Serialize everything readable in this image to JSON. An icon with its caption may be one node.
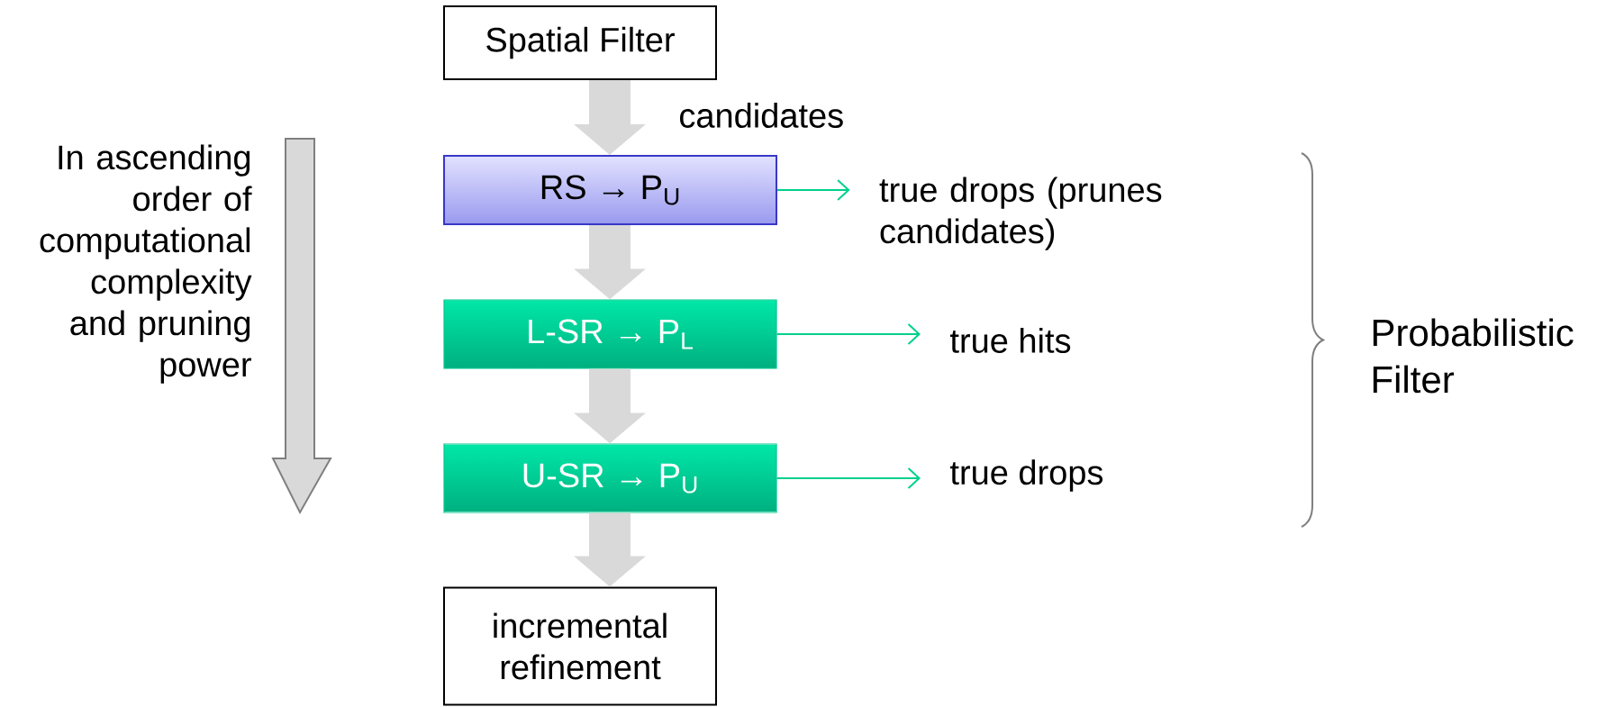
{
  "diagram": {
    "nodes": [
      {
        "text": [
          "Spatial Filter"
        ]
      },
      {
        "text": [
          "RS → P$_{U}$"
        ]
      },
      {
        "text": [
          "L-SR → P$_{L}$"
        ]
      },
      {
        "text": [
          "U-SR → P$_{U}$"
        ]
      },
      {
        "text": [
          "incremental refinement"
        ]
      },
      {
        "text": [
          "true drops (prunes candidates)"
        ]
      },
      {
        "text": [
          "true hits"
        ]
      },
      {
        "text": [
          "true drops"
        ]
      }
    ],
    "edges": [
      {
        "from": 0,
        "to": 1,
        "arrow": "to",
        "label": "candidates"
      },
      {
        "from": 1,
        "to": 2,
        "arrow": "to"
      },
      {
        "from": 2,
        "to": 3,
        "arrow": "to"
      },
      {
        "from": 3,
        "to": 4,
        "arrow": "to"
      },
      {
        "from": 1,
        "to": 5,
        "arrow": "to",
        "color": "#00d08c"
      },
      {
        "from": 2,
        "to": 6,
        "arrow": "to",
        "color": "#00d08c"
      },
      {
        "from": 3,
        "to": 7,
        "arrow": "to",
        "color": "#00d08c"
      }
    ],
    "labels": [
      "In ascending order of computational complexity and pruning power",
      "Probabilistic Filter"
    ]
  }
}
